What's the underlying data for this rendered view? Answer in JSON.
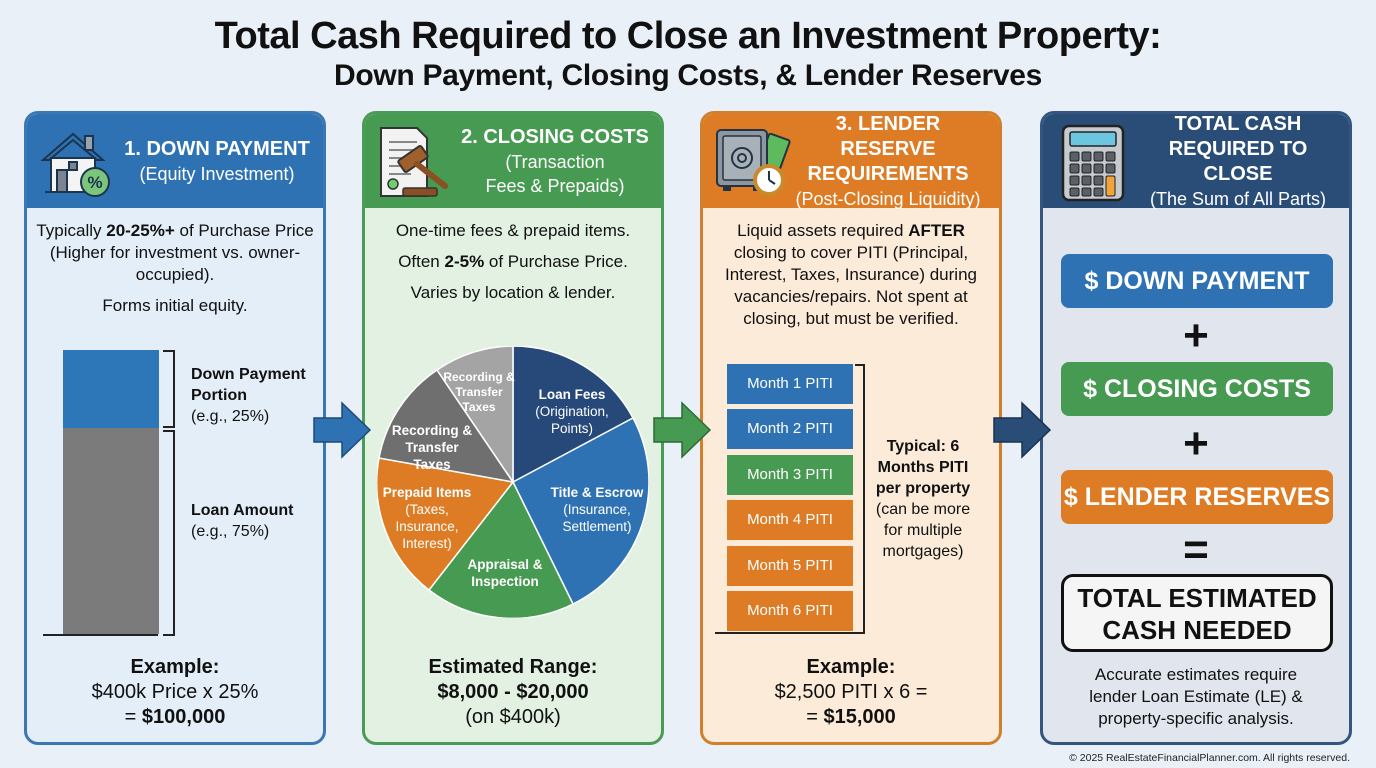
{
  "header": {
    "title": "Total Cash Required to Close an Investment Property:",
    "subtitle": "Down Payment, Closing Costs, & Lender Reserves"
  },
  "colors": {
    "blue": "#2f72b4",
    "green": "#479a51",
    "orange": "#dd7c25",
    "navy": "#2a4d78",
    "gray": "#7b7b7b"
  },
  "panels": {
    "down_payment": {
      "icon": "house-percent-icon",
      "title": "1. DOWN PAYMENT",
      "subtitle": "(Equity Investment)",
      "desc_pre": "Typically ",
      "desc_bold": "20-25%+",
      "desc_post": " of Purchase Price (Higher for investment vs. owner-occupied).",
      "desc2": "Forms initial equity.",
      "bar": {
        "top_label_bold": "Down Payment Portion",
        "top_label_note": "(e.g., 25%)",
        "bottom_label_bold": "Loan Amount",
        "bottom_label_note": "(e.g., 75%)"
      },
      "example_label": "Example:",
      "example_line1": "$400k Price x 25%",
      "example_line2_pre": "= ",
      "example_line2_bold": "$100,000"
    },
    "closing_costs": {
      "icon": "document-gavel-icon",
      "title": "2. CLOSING COSTS",
      "subtitle": "(Transaction Fees & Prepaids)",
      "desc1": "One-time fees & prepaid items.",
      "desc2_pre": "Often ",
      "desc2_bold": "2-5%",
      "desc2_post": " of Purchase Price.",
      "desc3": "Varies by location & lender.",
      "pie": [
        {
          "label": "Loan Fees",
          "note": "(Origination, Points)",
          "color": "#26497a"
        },
        {
          "label": "Title & Escrow",
          "note": "(Insurance, Settlement)",
          "color": "#2f72b4"
        },
        {
          "label": "Appraisal & Inspection",
          "note": "",
          "color": "#479a51"
        },
        {
          "label": "Prepaid Items",
          "note": "(Taxes, Insurance, Interest)",
          "color": "#dd7c25"
        },
        {
          "label": "Recording & Transfer Taxes",
          "note": "",
          "color": "#6f6f6f"
        },
        {
          "label": "Recording & Transfer Taxes",
          "note": "",
          "color": "#a4a4a4"
        }
      ],
      "example_label": "Estimated Range:",
      "example_line1": "$8,000 - $20,000",
      "example_line2": "(on $400k)"
    },
    "reserves": {
      "icon": "safe-money-clock-icon",
      "title": "3. LENDER RESERVE REQUIREMENTS",
      "subtitle": "(Post-Closing Liquidity)",
      "desc_pre": "Liquid assets required ",
      "desc_bold": "AFTER",
      "desc_post": " closing to cover PITI (Principal, Interest, Taxes, Insurance) during vacancies/repairs. Not spent at closing, but must be verified.",
      "months": [
        {
          "label": "Month 1 PITI",
          "color": "#2f72b4"
        },
        {
          "label": "Month 2 PITI",
          "color": "#2f72b4"
        },
        {
          "label": "Month 3 PITI",
          "color": "#479a51"
        },
        {
          "label": "Month 4 PITI",
          "color": "#dd7c25"
        },
        {
          "label": "Month 5 PITI",
          "color": "#dd7c25"
        },
        {
          "label": "Month 6 PITI",
          "color": "#dd7c25"
        }
      ],
      "typical_bold": "Typical: 6 Months PITI per property",
      "typical_note": "(can be more for multiple mortgages)",
      "example_label": "Example:",
      "example_line1": "$2,500 PITI x 6 =",
      "example_line2_pre": "= ",
      "example_line2_bold": "$15,000"
    },
    "total": {
      "icon": "calculator-icon",
      "title": "TOTAL CASH REQUIRED TO CLOSE",
      "subtitle": "(The Sum of All Parts)",
      "items": [
        "$ DOWN PAYMENT",
        "$ CLOSING COSTS",
        "$ LENDER RESERVES"
      ],
      "plus": "+",
      "equals": "=",
      "result": "TOTAL ESTIMATED CASH NEEDED",
      "note": "Accurate estimates require lender Loan Estimate (LE) & property-specific analysis."
    }
  },
  "footer": {
    "copyright": "© 2025 RealEstateFinancialPlanner.com. All rights reserved."
  }
}
